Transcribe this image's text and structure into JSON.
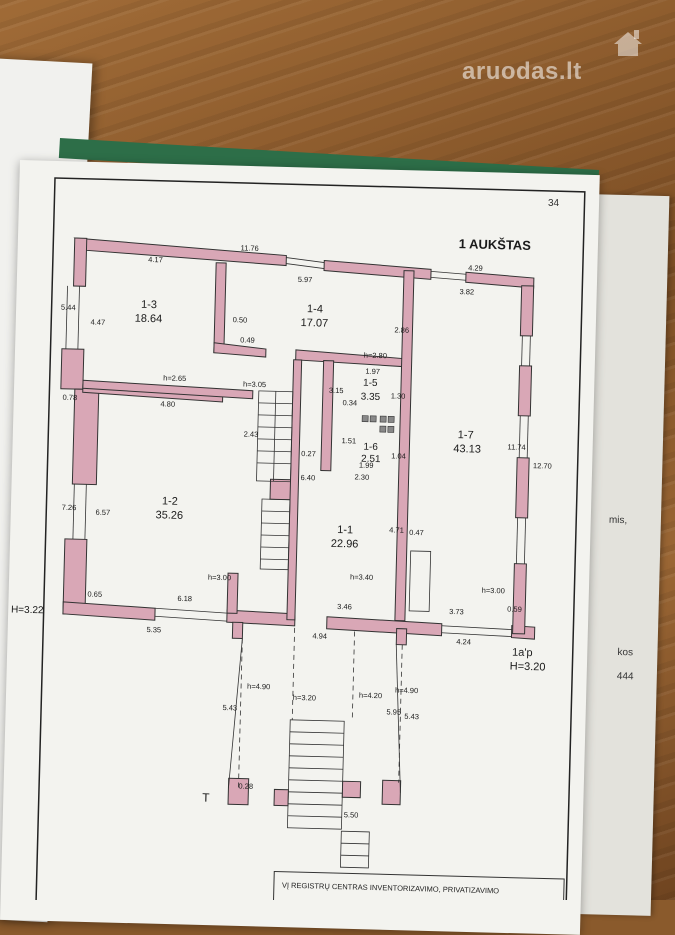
{
  "watermark": "aruodas.lt",
  "page_number": "34",
  "floor_title": "1 AUKŠTAS",
  "side_sheet": [
    "mis,",
    "kos",
    "444"
  ],
  "rooms": [
    {
      "id": "1-3",
      "area": "18.64"
    },
    {
      "id": "1-4",
      "area": "17.07"
    },
    {
      "id": "1-7",
      "area": "43.13"
    },
    {
      "id": "1-5",
      "area": "3.35"
    },
    {
      "id": "1-6",
      "area": "2.51"
    },
    {
      "id": "1-2",
      "area": "35.26"
    },
    {
      "id": "1-1",
      "area": "22.96"
    }
  ],
  "heights": {
    "h265": "h=2.65",
    "h305": "h=3.05",
    "h280": "h=2.80",
    "h300a": "h=3.00",
    "h340": "h=3.40",
    "h300b": "h=3.00",
    "H322": "H=3.22",
    "H320": "H=3.20",
    "h320v": "h=3.20",
    "h420v": "h=4.20",
    "h490a": "h=4.90",
    "h490b": "h=4.90"
  },
  "dims": {
    "d1176": "11.76",
    "d417": "4.17",
    "d597": "5.97",
    "d429": "4.29",
    "d382": "3.82",
    "d544": "5.44",
    "d447": "4.47",
    "d050": "0.50",
    "d049": "0.49",
    "d286": "2.86",
    "d197": "1.97",
    "d130": "1.30",
    "d034": "0.34",
    "d315": "3.15",
    "d078": "0.78",
    "d480": "4.80",
    "d243": "2.43",
    "d151": "1.51",
    "d199": "1.99",
    "d104": "1.04",
    "d027": "0.27",
    "d640": "6.40",
    "d230": "2.30",
    "d726": "7.26",
    "d657": "6.57",
    "d471": "4.71",
    "d047": "0.47",
    "d1174": "11.74",
    "d1270": "12.70",
    "d065": "0.65",
    "d618": "6.18",
    "d346": "3.46",
    "d373": "3.73",
    "d059": "0.59",
    "d535": "5.35",
    "d494": "4.94",
    "d424": "4.24",
    "d543a": "5.43",
    "d595": "5.95",
    "d543b": "5.43",
    "d028": "0.28",
    "d550": "5.50"
  },
  "label_1ap": "1a'p",
  "label_T": "T",
  "stamp": "VĮ REGISTRŲ CENTRAS INVENTORIZAVIMO, PRIVATIZAVIMO"
}
